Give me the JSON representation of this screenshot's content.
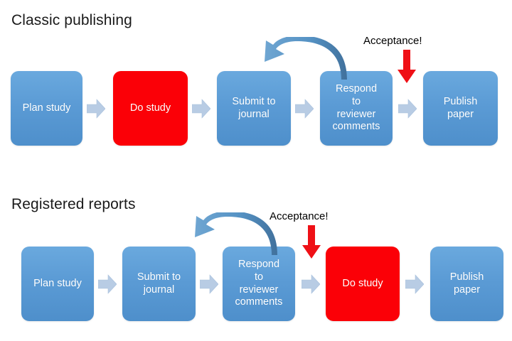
{
  "diagram": {
    "background_color": "#ffffff",
    "box_blue": "#5b9bd5",
    "box_red": "#fb0007",
    "connector_blue": "#b8cce4",
    "curved_arrow_blue": "#4a86b8",
    "accept_arrow_red": "#ef1016",
    "text_on_box": "#ffffff",
    "title_color": "#1a1a1a"
  },
  "sections": [
    {
      "title": "Classic publishing",
      "nodes": [
        {
          "label": "Plan study",
          "color": "blue"
        },
        {
          "label": "Do study",
          "color": "red"
        },
        {
          "label": "Submit to\njournal",
          "color": "blue"
        },
        {
          "label": "Respond\nto\nreviewer\ncomments",
          "color": "blue"
        },
        {
          "label": "Publish\npaper",
          "color": "blue"
        }
      ],
      "connectors": [
        {
          "from": "Plan study",
          "to": "Do study",
          "kind": "chevron-right"
        },
        {
          "from": "Do study",
          "to": "Submit to journal",
          "kind": "chevron-right"
        },
        {
          "from": "Submit to journal",
          "to": "Respond to reviewer comments",
          "kind": "chevron-right"
        },
        {
          "from": "Respond to reviewer comments",
          "to": "Publish paper",
          "kind": "chevron-right"
        },
        {
          "from": "Respond to reviewer comments",
          "to": "Submit to journal",
          "kind": "curved-loop-back"
        }
      ],
      "acceptance": {
        "label": "Acceptance!",
        "kind": "down-arrow",
        "between": [
          "Respond to reviewer comments",
          "Publish paper"
        ]
      }
    },
    {
      "title": "Registered reports",
      "nodes": [
        {
          "label": "Plan study",
          "color": "blue"
        },
        {
          "label": "Submit to\njournal",
          "color": "blue"
        },
        {
          "label": "Respond\nto\nreviewer\ncomments",
          "color": "blue"
        },
        {
          "label": "Do study",
          "color": "red"
        },
        {
          "label": "Publish\npaper",
          "color": "blue"
        }
      ],
      "connectors": [
        {
          "from": "Plan study",
          "to": "Submit to journal",
          "kind": "chevron-right"
        },
        {
          "from": "Submit to journal",
          "to": "Respond to reviewer comments",
          "kind": "chevron-right"
        },
        {
          "from": "Respond to reviewer comments",
          "to": "Do study",
          "kind": "chevron-right"
        },
        {
          "from": "Do study",
          "to": "Publish paper",
          "kind": "chevron-right"
        },
        {
          "from": "Respond to reviewer comments",
          "to": "Submit to journal",
          "kind": "curved-loop-back"
        }
      ],
      "acceptance": {
        "label": "Acceptance!",
        "kind": "down-arrow",
        "between": [
          "Respond to reviewer comments",
          "Do study"
        ]
      }
    }
  ]
}
